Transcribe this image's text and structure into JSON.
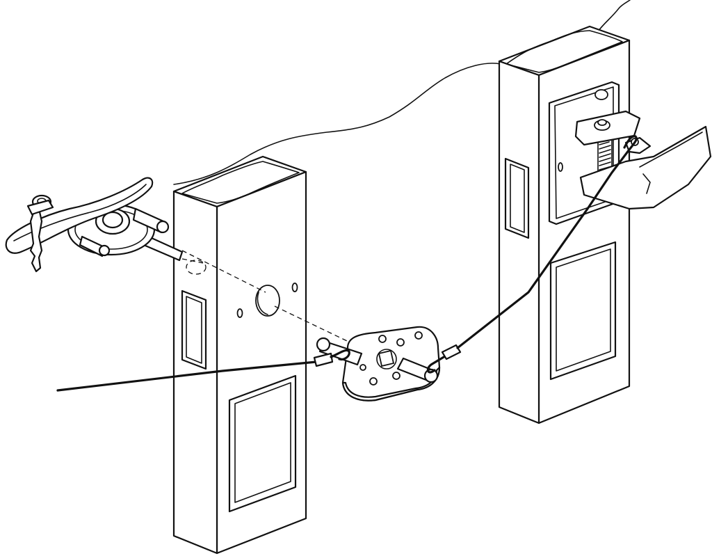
{
  "diagram": {
    "style": "black line-art exploded assembly illustration",
    "colors": {
      "line": "#111111",
      "fill": "#ffffff"
    },
    "components": [
      "t-handle-with-lock-and-key",
      "handle-spindle",
      "left-door-stile",
      "spindle-hole",
      "cam-plate",
      "pull-cable",
      "right-door-stile",
      "latch-assembly"
    ]
  }
}
